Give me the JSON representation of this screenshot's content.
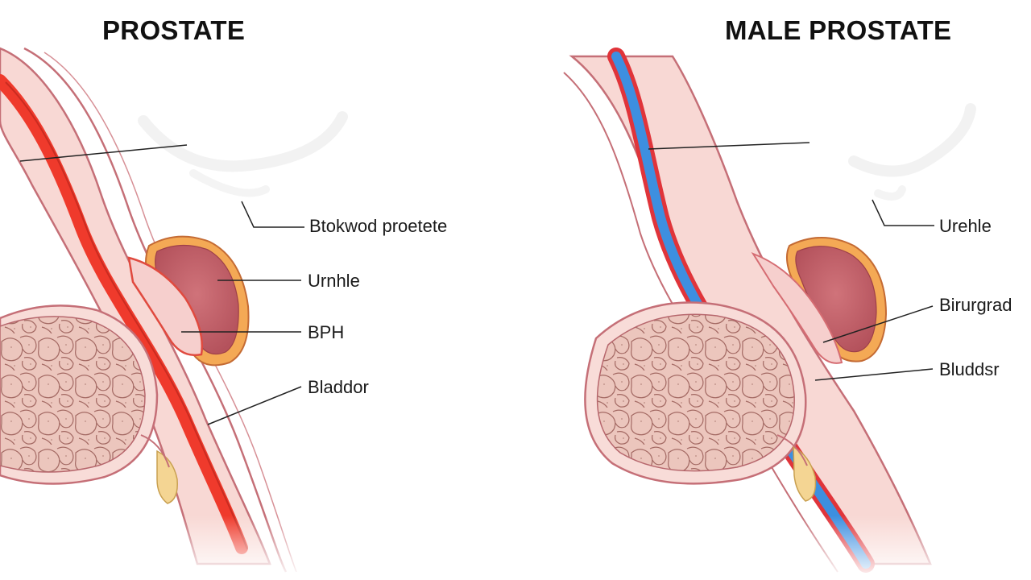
{
  "panels": {
    "left": {
      "title": "PROSTATE",
      "labels": [
        "Btokwod proetete",
        "Urnhle",
        "BPH",
        "Bladdor"
      ]
    },
    "right": {
      "title": "MALE PROSTATE",
      "labels": [
        "Urehle",
        "Birurgrad",
        "Bluddsr"
      ]
    }
  },
  "colors": {
    "tissue_fill": "#f7d6d2",
    "tissue_outline": "#c9737a",
    "artery_red": "#ef3a2c",
    "vessel_blue": "#3d8fe0",
    "gland_orange": "#f4a955",
    "gland_core": "#c2606a",
    "bladder_tissue": "#e9c2b8",
    "leader_line": "#222222"
  }
}
